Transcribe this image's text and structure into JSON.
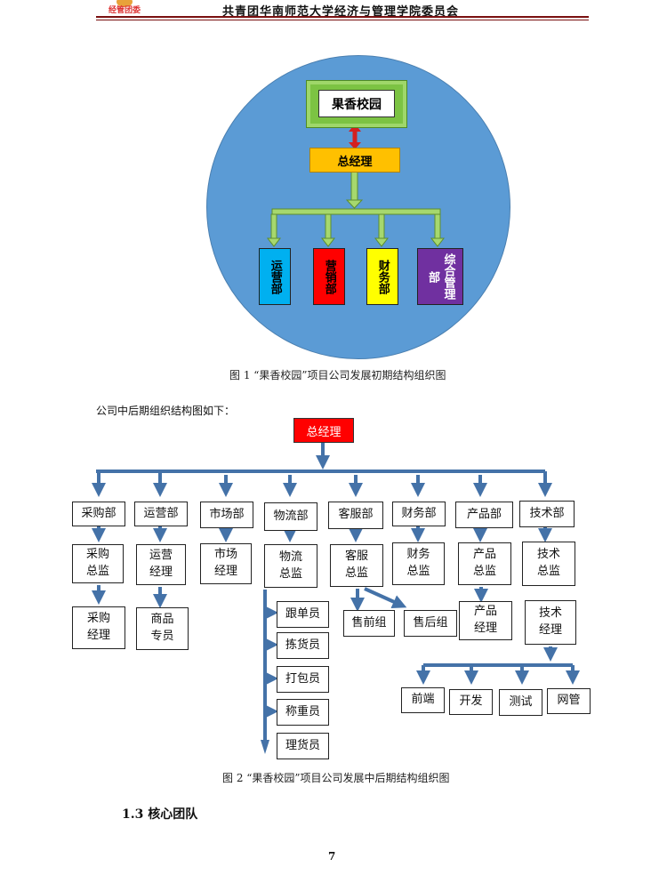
{
  "header": {
    "logo_text": "经管团委",
    "title": "共青团华南师范大学经济与管理学院委员会"
  },
  "figure1": {
    "root": "果香校园",
    "manager": "总经理",
    "departments": [
      {
        "label": "运营部",
        "color": "#00b0f0"
      },
      {
        "label": "营销部",
        "color": "#ff0000"
      },
      {
        "label": "财务部",
        "color": "#ffff00"
      },
      {
        "label": "综合管理部",
        "color": "#7030a0"
      }
    ],
    "caption": "图 1 “果香校园”项目公司发展初期结构组织图"
  },
  "intro": "公司中后期组织结构图如下：",
  "figure2": {
    "manager": "总经理",
    "departments": [
      "采购部",
      "运营部",
      "市场部",
      "物流部",
      "客服部",
      "财务部",
      "产品部",
      "技术部"
    ],
    "level2": [
      "采购总监",
      "运营经理",
      "市场经理",
      "物流总监",
      "客服总监",
      "财务总监",
      "产品总监",
      "技术总监"
    ],
    "level3": {
      "caigou": "采购经理",
      "yunying": "商品专员",
      "chanpin": "产品经理",
      "jishu": "技术经理"
    },
    "logistics_staff": [
      "跟单员",
      "拣货员",
      "打包员",
      "称重员",
      "理货员"
    ],
    "service_groups": [
      "售前组",
      "售后组"
    ],
    "tech_teams": [
      "前端",
      "开发",
      "测试",
      "网管"
    ],
    "caption": "图 2 “果香校园”项目公司发展中后期结构组织图"
  },
  "section_heading": "1.3 核心团队",
  "page_number": "7"
}
